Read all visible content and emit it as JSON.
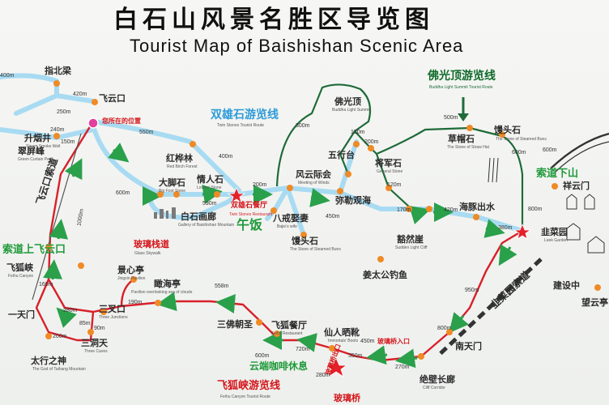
{
  "title": {
    "zh": "白石山风景名胜区导览图",
    "en": "Tourist Map of Baishishan Scenic Area"
  },
  "colors": {
    "red_route": "#d9202a",
    "blue_route": "#a8dbf2",
    "dark_green_route": "#1f6b3a",
    "green_arrow": "#2aa04a",
    "node_fill": "#f08a25",
    "cable_line": "#444444"
  },
  "routes": {
    "shuangxiong": {
      "zh": "双雄石游览线",
      "en": "Twin Stones Tourist Route"
    },
    "foguangding": {
      "zh": "佛光顶游览线",
      "en": "Buddha Light Summit Tourist Route"
    },
    "feihuxia": {
      "zh": "飞狐峡游览线",
      "en": "Feihu Canyon Tourist Route"
    },
    "cableway_feiyun": "飞云口索道",
    "cableway_jucai": "韭菜园索道",
    "construction": "建设中"
  },
  "labels": {
    "cable_up_feiyun": "索道上飞云口",
    "cable_down_mountain": "索道下山",
    "lunch": "午饭",
    "coffee_break": "云端咖啡休息",
    "you_are_here": "您所在的位置",
    "glass_plank": "玻璃栈道",
    "glass_plank_en": "Glass Skywalk",
    "glass_bridge": "玻璃桥",
    "glass_bridge_entrance": "玻璃桥入口",
    "glass_bridge_exit": "玻璃桥出口",
    "twin_stones_restaurant_en": "Twin Stones Restaurant"
  },
  "places": [
    {
      "zh": "指北梁",
      "en": ""
    },
    {
      "zh": "飞云口",
      "en": ""
    },
    {
      "zh": "升烟井",
      "en": "Steam Smoke Well"
    },
    {
      "zh": "翠屏峰",
      "en": "Green Curtain Peak"
    },
    {
      "zh": "红桦林",
      "en": "Red Birch Forest"
    },
    {
      "zh": "大脚石",
      "en": "Big Foot Stone"
    },
    {
      "zh": "情人石",
      "en": "Lovers' Stone"
    },
    {
      "zh": "白石画廊",
      "en": "Gallery of Baishishan Mountain"
    },
    {
      "zh": "双雄石餐厅",
      "en": "Twin Stones Restaurant"
    },
    {
      "zh": "风云际会",
      "en": "Meeting of Winds"
    },
    {
      "zh": "佛光顶",
      "en": "Buddha Light Summit"
    },
    {
      "zh": "五行台",
      "en": ""
    },
    {
      "zh": "将军石",
      "en": "General Stone"
    },
    {
      "zh": "八戒娶妻",
      "en": "Bajie's wife"
    },
    {
      "zh": "弥勒观海",
      "en": ""
    },
    {
      "zh": "馒头石",
      "en": "The Stone of Steamed Buns"
    },
    {
      "zh": "海豚出水",
      "en": ""
    },
    {
      "zh": "豁然崖",
      "en": "Sudden Light Cliff"
    },
    {
      "zh": "草帽石",
      "en": "The Stone of Straw Hat"
    },
    {
      "zh": "馒头石",
      "en": "The Stone of Steamed Buns"
    },
    {
      "zh": "祥云门",
      "en": ""
    },
    {
      "zh": "韭菜园",
      "en": "Leek Garden"
    },
    {
      "zh": "姜太公钓鱼",
      "en": ""
    },
    {
      "zh": "景心亭",
      "en": "Jingxin Pavilion"
    },
    {
      "zh": "瞰海亭",
      "en": "Pavilion overlooking sea of clouds"
    },
    {
      "zh": "飞狐峡",
      "en": "Feihu Canyon"
    },
    {
      "zh": "一天门",
      "en": ""
    },
    {
      "zh": "三叉口",
      "en": "Three Junctions"
    },
    {
      "zh": "三洞天",
      "en": "Three Caves"
    },
    {
      "zh": "太行之神",
      "en": "The God of Taihang Mountain"
    },
    {
      "zh": "三佛朝圣",
      "en": ""
    },
    {
      "zh": "飞狐餐厅",
      "en": "Feihu Restaurant"
    },
    {
      "zh": "仙人晒靴",
      "en": "Immortals' Boots"
    },
    {
      "zh": "南天门",
      "en": ""
    },
    {
      "zh": "绝壁长廊",
      "en": "Cliff Corridor"
    },
    {
      "zh": "望云亭",
      "en": ""
    }
  ],
  "distances": [
    "400m",
    "420m",
    "250m",
    "240m",
    "150m",
    "550m",
    "600m",
    "590m",
    "200m",
    "400m",
    "300m",
    "130m",
    "200m",
    "120m",
    "450m",
    "170m",
    "420m",
    "380m",
    "500m",
    "600m",
    "800m",
    "600m",
    "1000m",
    "160m",
    "280m",
    "85m",
    "90m",
    "200m",
    "190m",
    "558m",
    "720m",
    "450m",
    "350m",
    "270m",
    "800m",
    "950m",
    "600m",
    "280m"
  ]
}
